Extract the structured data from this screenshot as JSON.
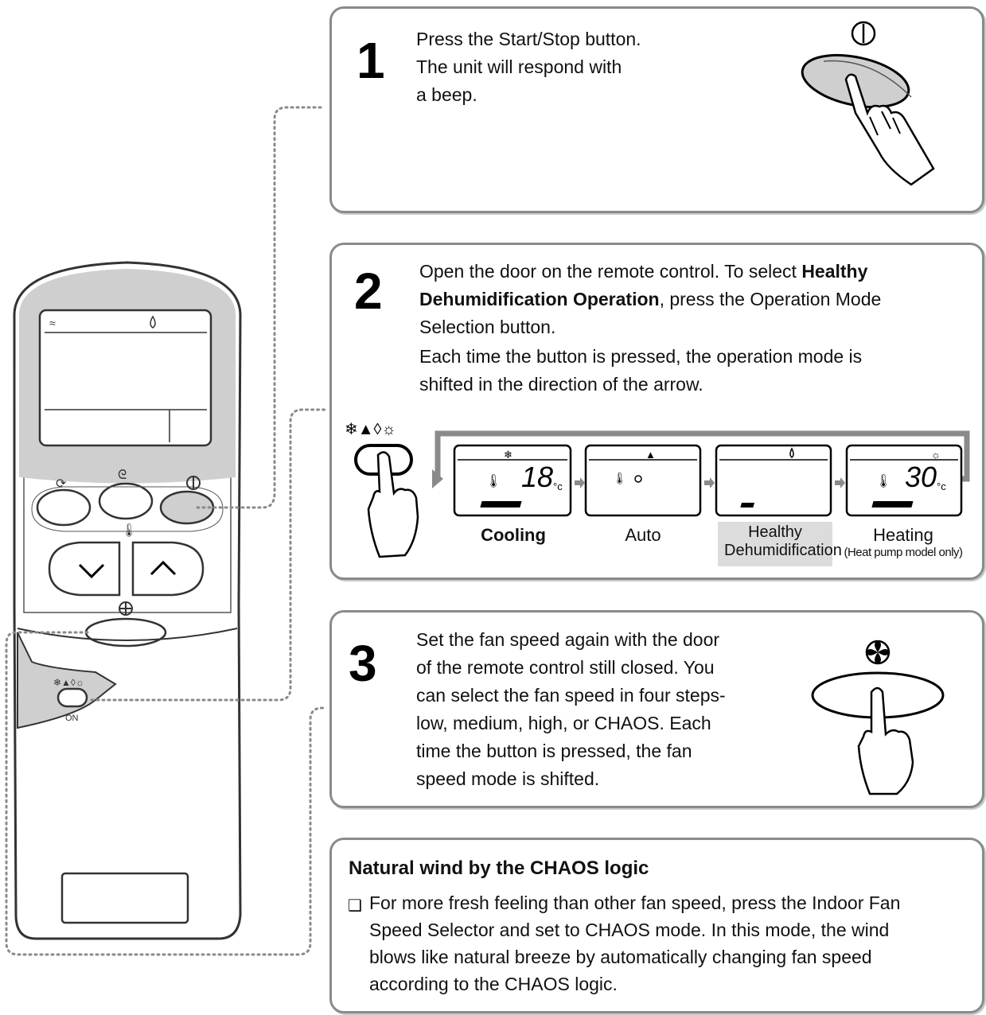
{
  "step1": {
    "number": "1",
    "lines": [
      "Press the Start/Stop button.",
      "The unit will respond with",
      "a beep."
    ]
  },
  "step2": {
    "number": "2",
    "line1_pre": "Open the door on the remote control. To select ",
    "line1_bold": "Healthy",
    "line2_bold": "Dehumidification Operation",
    "line2_post": ", press the Operation Mode",
    "line3": "Selection button.",
    "line4": "Each time the button is pressed, the operation mode is",
    "line5": "shifted in the direction of the arrow.",
    "modes": [
      {
        "label": "Cooling",
        "sub": "",
        "display_temp": "18",
        "unit": "°c",
        "highlight": false,
        "bold": true
      },
      {
        "label": "Auto",
        "sub": "",
        "display_temp": "",
        "unit": "",
        "highlight": false,
        "bold": false
      },
      {
        "label": "Healthy",
        "label2": "Dehumidification",
        "sub": "",
        "display_temp": "",
        "unit": "",
        "highlight": true,
        "bold": false
      },
      {
        "label": "Heating",
        "sub": "(Heat pump model only)",
        "display_temp": "30",
        "unit": "°c",
        "highlight": false,
        "bold": false
      }
    ]
  },
  "step3": {
    "number": "3",
    "lines": [
      "Set the fan speed again with the door",
      "of the remote control still closed. You",
      "can select the fan speed in four steps-",
      "low, medium, high, or CHAOS. Each",
      "time the button is pressed, the fan",
      "speed mode is shifted."
    ]
  },
  "note": {
    "title": "Natural wind by the CHAOS logic",
    "bullet": "❑",
    "lines": [
      "For more fresh feeling than other fan speed, press the Indoor Fan",
      "Speed Selector and set to CHAOS mode. In this mode, the wind",
      "blows like natural breeze by automatically changing fan speed",
      "according to the CHAOS logic."
    ]
  },
  "remote": {
    "on_label": "ON",
    "mode_icons": "❄▲◊☼"
  },
  "icons": {
    "power": "power-icon",
    "fan": "fan-icon",
    "hand": "hand-pointer-icon"
  },
  "colors": {
    "border": "#8a8a8a",
    "remote_gray": "#cfcfcf",
    "highlight": "#dcdcdc"
  }
}
